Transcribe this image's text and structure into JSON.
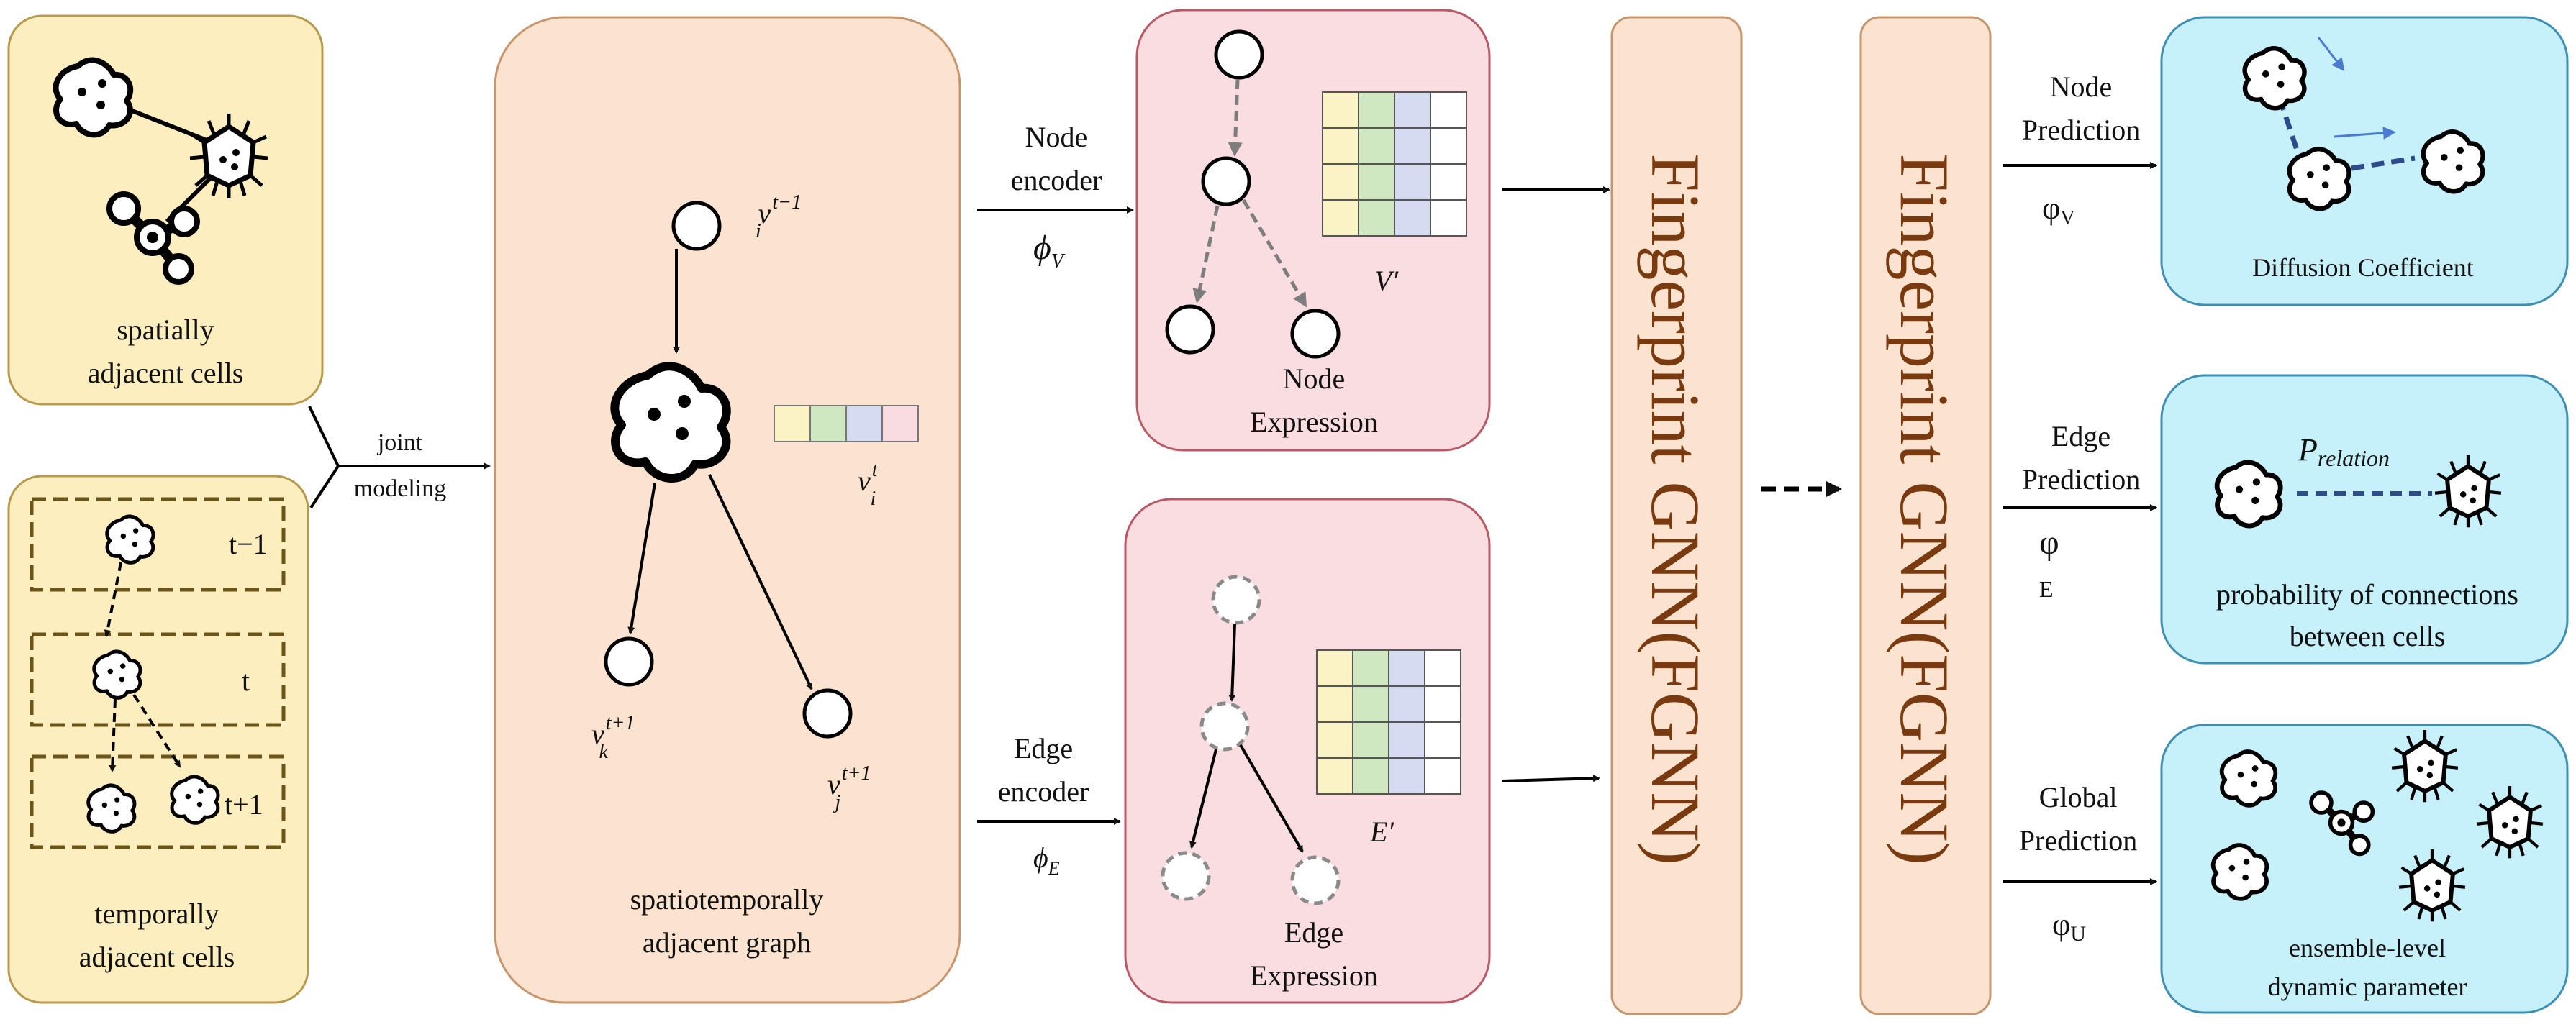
{
  "panels": {
    "spatial": {
      "label_line1": "spatially",
      "label_line2": "adjacent cells"
    },
    "temporal": {
      "label_line1": "temporally",
      "label_line2": "adjacent cells",
      "rows": [
        "t−1",
        "t",
        "t+1"
      ]
    },
    "joint": {
      "line1": "joint",
      "line2": "modeling"
    },
    "graph": {
      "label_line1": "spatiotemporally",
      "label_line2": "adjacent graph",
      "v_base": "v",
      "vi_prev_sub": "i",
      "vi_prev_sup": "t−1",
      "vi_sub": "i",
      "vi_sup": "t",
      "vk_sub": "k",
      "vk_sup": "t+1",
      "vj_sub": "j",
      "vj_sup": "t+1"
    },
    "node_encoder": {
      "line1": "Node",
      "line2": "encoder",
      "symbol": "ϕ",
      "sub": "V"
    },
    "edge_encoder": {
      "line1": "Edge",
      "line2": "encoder",
      "symbol": "ϕ",
      "sub": "E"
    },
    "node_expr": {
      "line1": "Node",
      "line2": "Expression",
      "matrix_label": "V′"
    },
    "edge_expr": {
      "line1": "Edge",
      "line2": "Expression",
      "matrix_label": "E′"
    },
    "fgnn1": {
      "label": "Fingerprint GNN(FGNN)"
    },
    "fgnn2": {
      "label": "Fingerprint GNN(FGNN)"
    },
    "node_pred": {
      "line1": "Node",
      "line2": "Prediction",
      "symbol": "φ",
      "sub": "V"
    },
    "edge_pred": {
      "line1": "Edge",
      "line2": "Prediction",
      "symbol": "φ",
      "sub": "E"
    },
    "global_pred": {
      "line1": "Global",
      "line2": "Prediction",
      "symbol": "φ",
      "sub": "U"
    },
    "out_diffusion": {
      "label": "Diffusion Coefficient"
    },
    "out_relation": {
      "label_line1": "probability of connections",
      "label_line2": "between cells",
      "p_symbol": "P",
      "p_sub": "relation"
    },
    "out_global": {
      "label_line1": "ensemble-level",
      "label_line2": "dynamic parameter"
    }
  },
  "colors": {
    "yellow_fill": "#fdeebf",
    "yellow_stroke": "#b89a4e",
    "peach_fill": "#fbe3cf",
    "peach_stroke": "#c8966e",
    "pink_fill": "#f9dde1",
    "pink_stroke": "#b85a66",
    "cyan_fill": "#c6f0fa",
    "cyan_stroke": "#3f8fb4",
    "fgnn_text": "#7a3a10",
    "matrix_yellow": "#fbf3c6",
    "matrix_green": "#cfe8c2",
    "matrix_blue": "#d5dcf2",
    "matrix_pink": "#f8dce2",
    "arrow_blue": "#4a7bd0",
    "dash_navy": "#2d4a8a"
  },
  "icons": [
    "amoeba-cell-icon",
    "spiky-cell-icon",
    "network-cell-icon",
    "node-circle-icon"
  ]
}
